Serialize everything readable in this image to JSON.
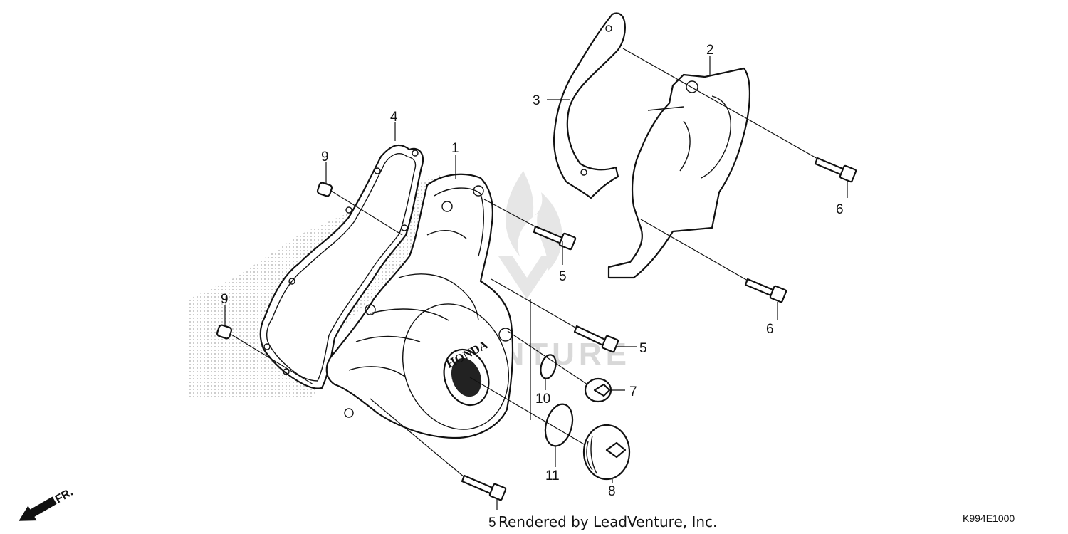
{
  "callouts": {
    "c1": "1",
    "c2": "2",
    "c3": "3",
    "c4": "4",
    "c5a": "5",
    "c5b": "5",
    "c5c": "5",
    "c6a": "6",
    "c6b": "6",
    "c7": "7",
    "c8": "8",
    "c9a": "9",
    "c9b": "9",
    "c10": "10",
    "c11": "11"
  },
  "cover_emboss": "HONDA",
  "front_arrow": {
    "label": "FR.",
    "icon": "front-direction-arrow-icon"
  },
  "footer": {
    "rendered_by": "Rendered by LeadVenture, Inc."
  },
  "diagram_code": "K994E1000",
  "watermark": {
    "text": "LEADVENTURE",
    "icon": "flame-logo-icon",
    "color": "#d8d8d8"
  },
  "colors": {
    "line": "#111111",
    "background": "#ffffff",
    "shading": "#bdbdbd"
  }
}
